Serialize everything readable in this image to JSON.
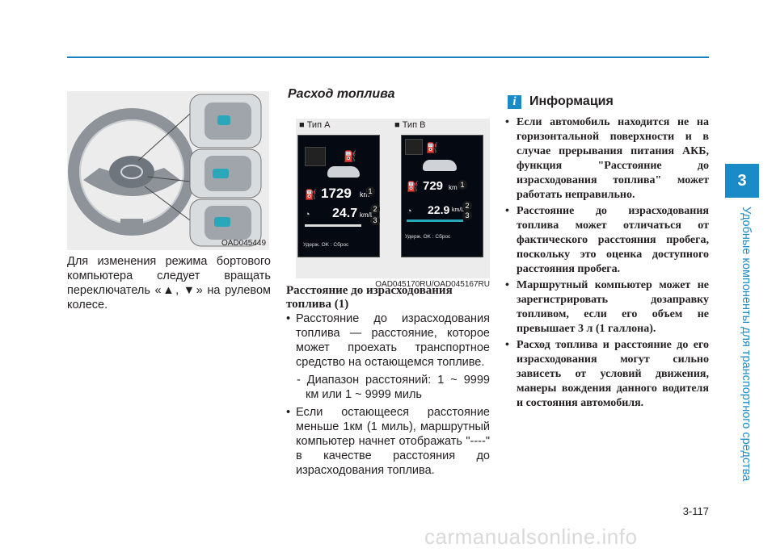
{
  "chapter": {
    "number": "3",
    "title": "Удобные компоненты для транспортного средства"
  },
  "page_number": "3-117",
  "figure1": {
    "code": "OAD045449"
  },
  "col1": {
    "text": "Для изменения режима бортового компьютера следует вращать переключатель «▲, ▼» на рулевом колесе."
  },
  "col2": {
    "section_title": "Расход топлива",
    "figure": {
      "type_a": "■ Тип A",
      "type_b": "■ Тип B",
      "code": "OAD045170RU/OAD045167RU",
      "a": {
        "distance": "1729",
        "unit_dist": "km",
        "consumption": "24.7",
        "unit_cons": "km/L",
        "bottom": "Удерж. OK : Сброс"
      },
      "b": {
        "distance": "729",
        "unit_dist": "km",
        "consumption": "22.9",
        "unit_cons": "km/L",
        "bottom": "Удерж. OK : Сброс"
      },
      "callouts": [
        "1",
        "2",
        "3"
      ]
    },
    "subheading": "Расстояние до израсходования топлива (1)",
    "items": [
      {
        "bullet": "•",
        "text": "Расстояние до израсходования топлива — расстояние, которое может проехать транспортное средство на остающемся топливе."
      },
      {
        "bullet": "•",
        "text": "Если остающееся расстояние меньше 1км (1 миль), маршрутный компьютер начнет отображать \"----\" в качестве расстояния до израсходования топлива."
      }
    ],
    "sub_item": "- Диапазон расстояний: 1 ~ 9999 км или 1 ~ 9999 миль"
  },
  "col3": {
    "icon": "i",
    "title": "Информация",
    "items": [
      "Если автомобиль находится не на горизонтальной поверхности и в случае прерывания питания АКБ, функция \"Расстояние до израсходования топлива\" может работать неправильно.",
      "Расстояние до израсходования топлива может отличаться от фактического расстояния пробега, поскольку это оценка доступного расстояния пробега.",
      "Маршрутный компьютер может не зарегистрировать дозаправку топливом, если его объем не превышает 3 л (1 галлона).",
      "Расход топлива и расстояние до его израсходования могут сильно зависеть от условий движения, манеры вождения данного водителя и состояния автомобиля."
    ],
    "bullet": "•"
  },
  "watermark": "carmanualsonline.info",
  "colors": {
    "accent": "#1a8bc7",
    "rule": "#1a7fc1",
    "teal": "#2aa7b8"
  }
}
